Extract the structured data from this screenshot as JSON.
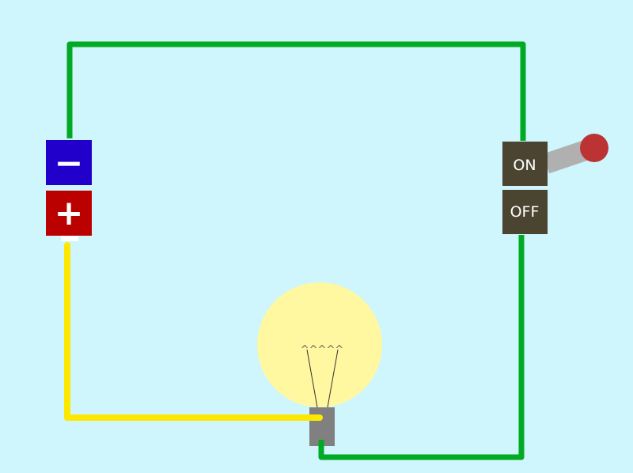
{
  "battery": {
    "negative_symbol": "−",
    "positive_symbol": "+",
    "negative_color": "#2200cc",
    "positive_color": "#bb0000"
  },
  "switch": {
    "on_label": "ON",
    "off_label": "OFF",
    "state": "ON",
    "body_color": "#4a4430",
    "lever_color": "#b0b0b0",
    "knob_color": "#bb3333"
  },
  "bulb": {
    "lit": true,
    "glass_color": "#fff8a0",
    "filament_glyphs": "^^^^^",
    "base_color": "#808080"
  },
  "wires": {
    "return_wire_color": "#00aa22",
    "supply_wire_color": "#ffe800"
  },
  "background_color": "#cff5fd"
}
